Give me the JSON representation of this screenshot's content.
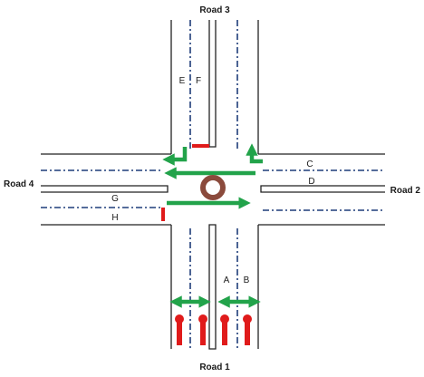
{
  "roads": {
    "road1": "Road 1",
    "road2": "Road 2",
    "road3": "Road 3",
    "road4": "Road 4"
  },
  "lanes": {
    "a": "A",
    "b": "B",
    "c": "C",
    "d": "D",
    "e": "E",
    "f": "F",
    "g": "G",
    "h": "H"
  },
  "colors": {
    "road_edge": "#222222",
    "lane_divider": "#1f3d7a",
    "arrow": "#22a34a",
    "stop_bar": "#e01b1b",
    "signal": "#e01b1b",
    "roundabout": "#8b4a3c"
  },
  "icons": {
    "straight_arrow": "double-headed-arrow-icon",
    "turn_arrow": "turn-arrow-icon",
    "signal": "traffic-signal-icon",
    "roundabout": "roundabout-ring-icon"
  }
}
